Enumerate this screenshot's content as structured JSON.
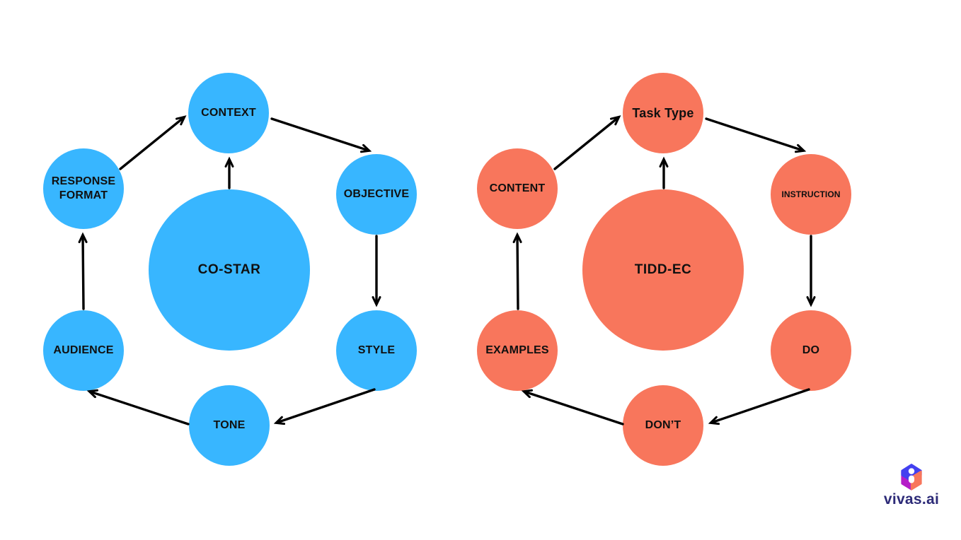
{
  "diagrams": {
    "costar": {
      "center": "CO-STAR",
      "color": "#38B6FF",
      "nodes": {
        "context": "CONTEXT",
        "objective": "OBJECTIVE",
        "style": "STYLE",
        "tone": "TONE",
        "audience": "AUDIENCE",
        "response_format": "RESPONSE FORMAT"
      },
      "flow": [
        "CO-STAR → CONTEXT",
        "CONTEXT → OBJECTIVE",
        "OBJECTIVE → STYLE",
        "STYLE → TONE",
        "TONE → AUDIENCE",
        "AUDIENCE → RESPONSE FORMAT",
        "RESPONSE FORMAT → CONTEXT"
      ]
    },
    "tiddec": {
      "center": "TIDD-EC",
      "color": "#F8765C",
      "nodes": {
        "task_type": "Task Type",
        "instruction": "INSTRUCTION",
        "do": "DO",
        "dont": "DON’T",
        "examples": "EXAMPLES",
        "content": "CONTENT"
      },
      "flow": [
        "TIDD-EC → Task Type",
        "Task Type → INSTRUCTION",
        "INSTRUCTION → DO",
        "DO → DON’T",
        "DON’T → EXAMPLES",
        "EXAMPLES → CONTENT",
        "CONTENT → Task Type"
      ]
    }
  },
  "colors": {
    "arrow": "#000000",
    "label_text": "#101010",
    "logo_navy": "#2D2B78",
    "logo_blue": "#4340F0",
    "logo_magenta": "#B51DC8",
    "logo_orange": "#F8765C"
  },
  "branding": {
    "logo_text": "vivas.ai"
  }
}
